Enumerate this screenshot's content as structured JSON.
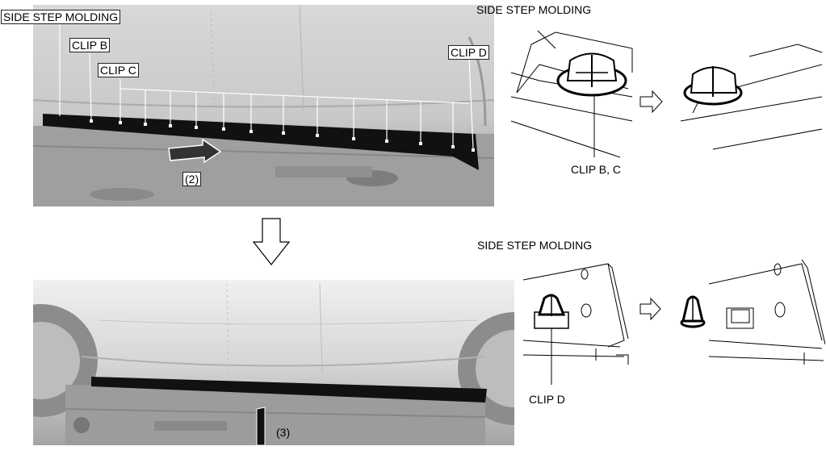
{
  "top_photo": {
    "label_molding": "SIDE STEP MOLDING",
    "label_clip_b": "CLIP B",
    "label_clip_c": "CLIP C",
    "label_clip_d": "CLIP D",
    "step": "(2)"
  },
  "bottom_photo": {
    "step": "(3)"
  },
  "detail_bc": {
    "label_molding": "SIDE STEP MOLDING",
    "label_clip": "CLIP B, C"
  },
  "detail_d": {
    "label_molding": "SIDE STEP MOLDING",
    "label_clip": "CLIP D"
  },
  "colors": {
    "photo_gray": "#bfbfbf",
    "molding_black": "#111111",
    "arrow_outline": "#000000"
  },
  "icons": [
    "down-arrow-icon",
    "right-arrow-icon"
  ]
}
